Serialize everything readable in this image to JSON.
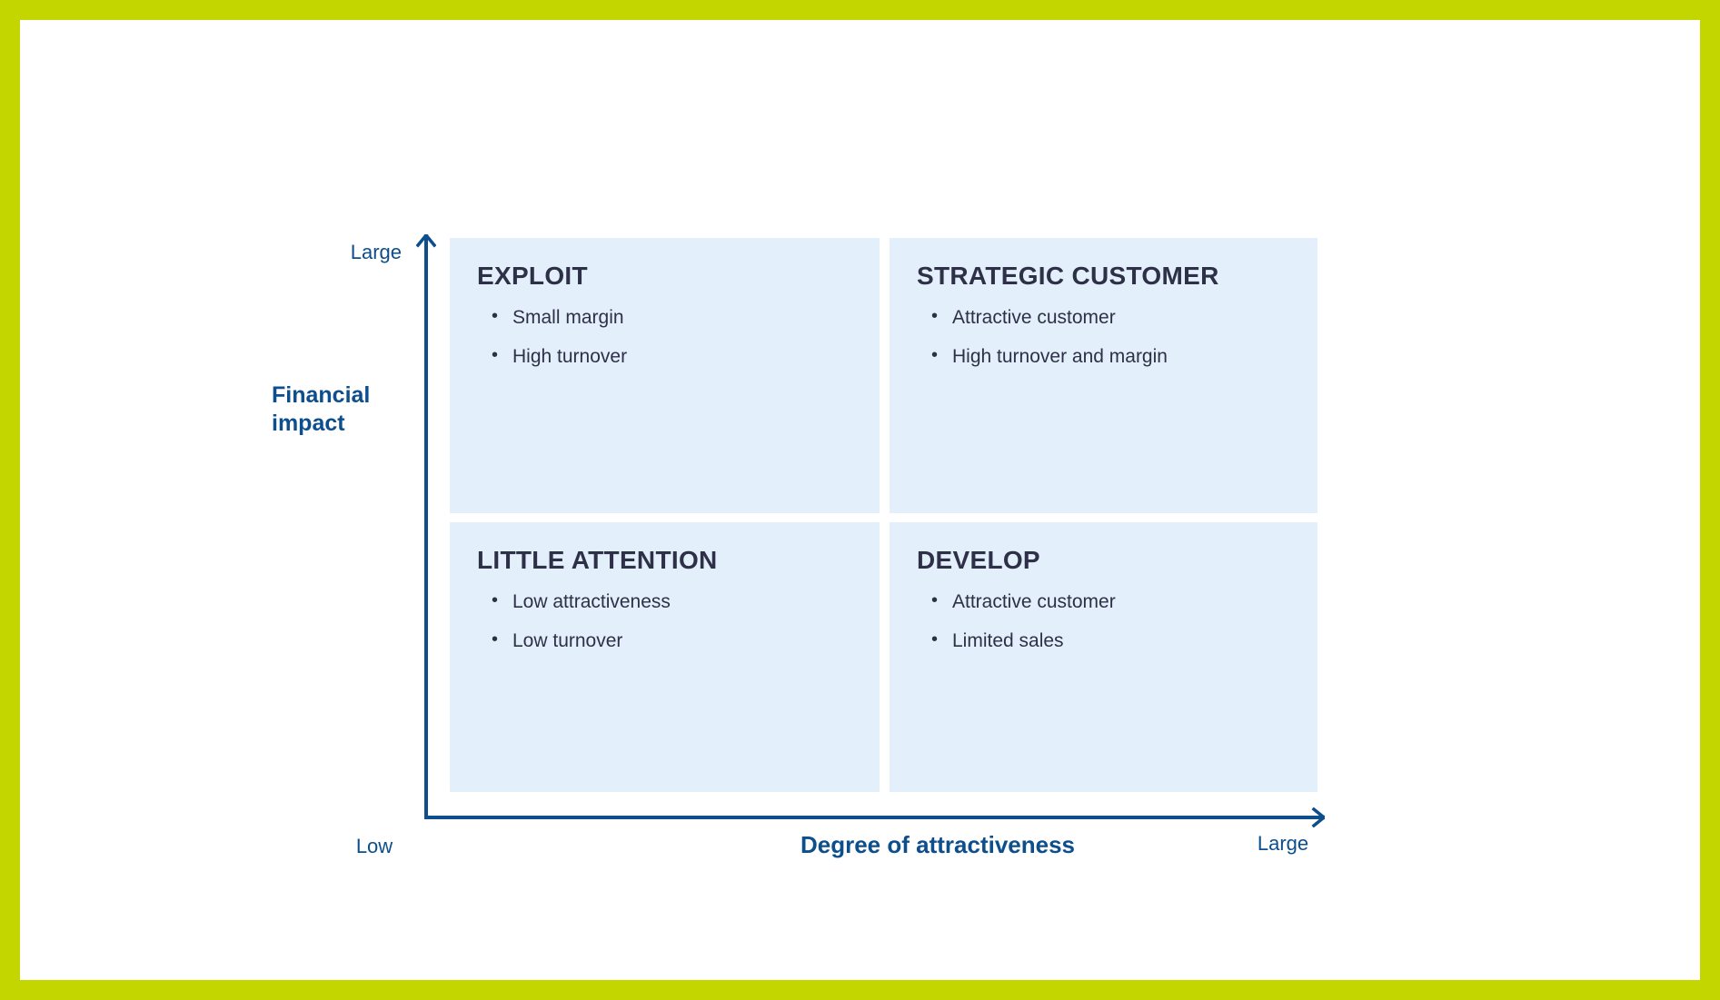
{
  "theme": {
    "frame_color": "#c4d600",
    "canvas_color": "#ffffff",
    "quadrant_fill": "#e3f0fb",
    "axis_color": "#0d4e8c",
    "text_color": "#2e3047",
    "accent_blue": "#0d4e8c"
  },
  "chart_data": {
    "type": "matrix",
    "title": "",
    "xlabel": "Degree of attractiveness",
    "ylabel": "Financial impact",
    "x_min_label": "Low",
    "x_max_label": "Large",
    "y_max_label": "Large",
    "grid": false,
    "legend": "none",
    "quadrants": [
      {
        "position": "top-left",
        "x": "low",
        "y": "high",
        "title": "EXPLOIT",
        "bullets": [
          "Small margin",
          "High turnover"
        ]
      },
      {
        "position": "top-right",
        "x": "high",
        "y": "high",
        "title": "STRATEGIC CUSTOMER",
        "bullets": [
          "Attractive customer",
          "High turnover and margin"
        ]
      },
      {
        "position": "bottom-left",
        "x": "low",
        "y": "low",
        "title": "LITTLE ATTENTION",
        "bullets": [
          "Low attractiveness",
          "Low turnover"
        ]
      },
      {
        "position": "bottom-right",
        "x": "high",
        "y": "low",
        "title": "DEVELOP",
        "bullets": [
          "Attractive customer",
          "Limited sales"
        ]
      }
    ]
  },
  "axes": {
    "y_title": "Financial\nimpact",
    "y_title_line1": "Financial",
    "y_title_line2": "impact",
    "y_max": "Large",
    "x_title": "Degree of attractiveness",
    "x_min": "Low",
    "x_max": "Large"
  }
}
